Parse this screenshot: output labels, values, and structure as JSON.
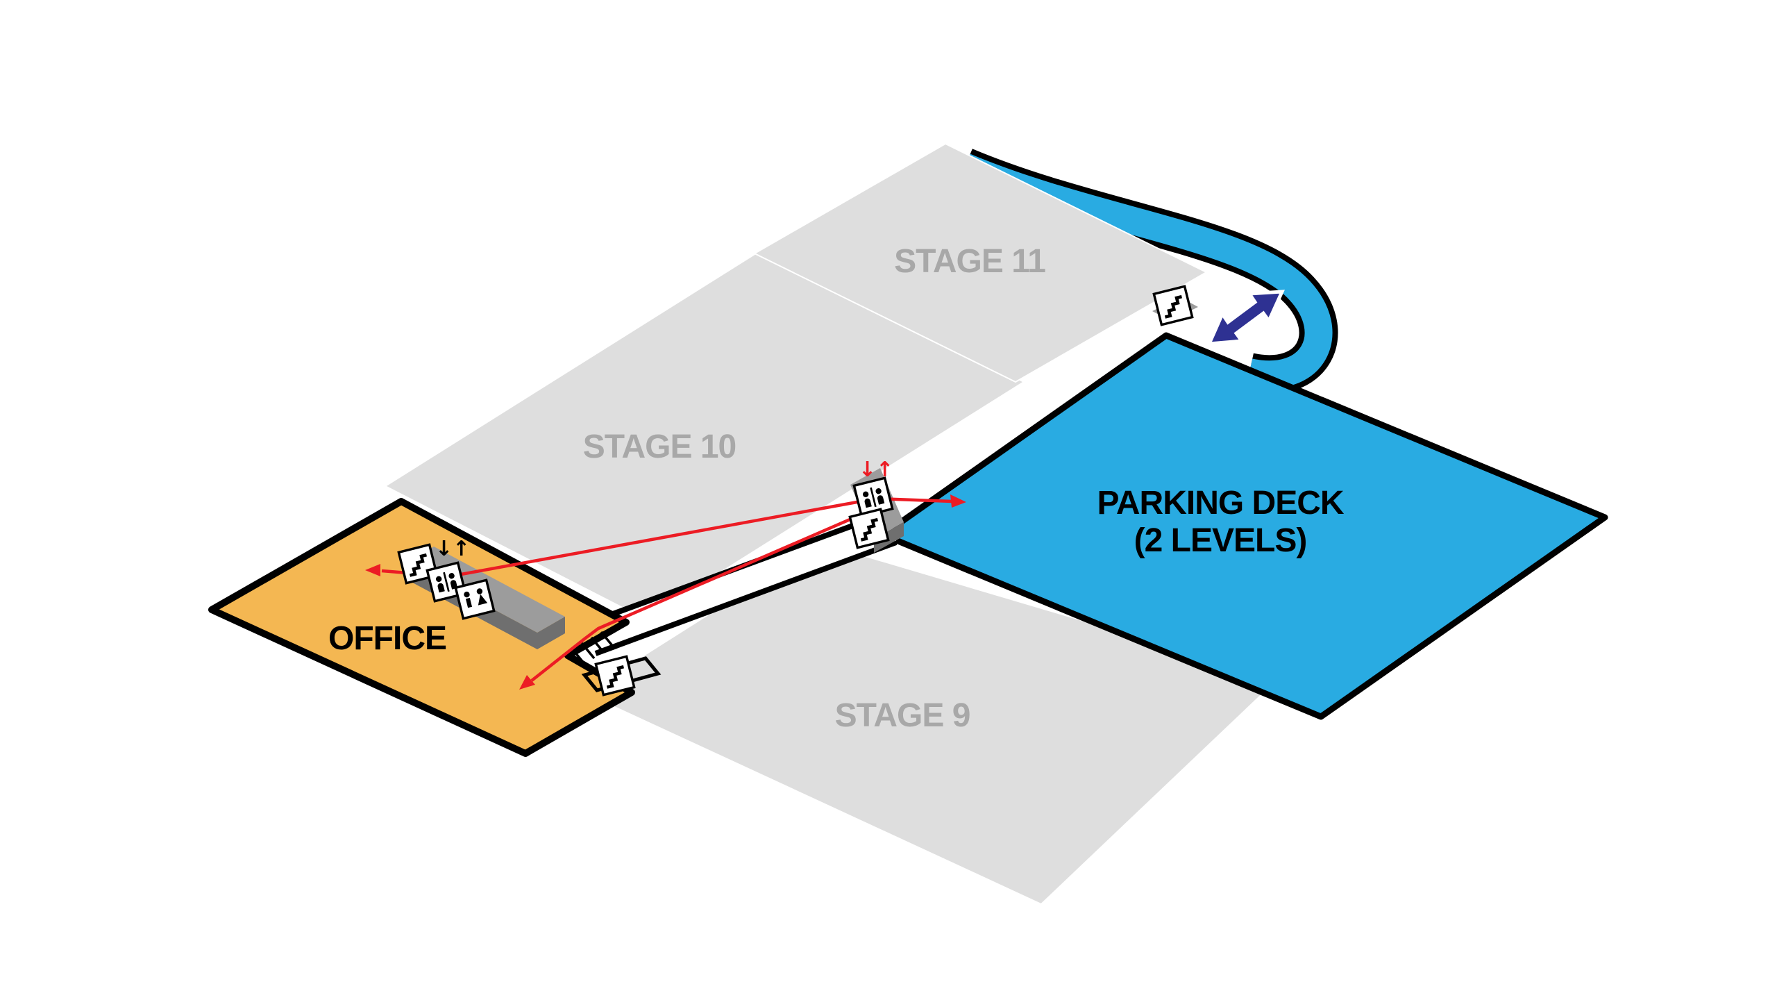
{
  "map": {
    "labels": {
      "stage11": "STAGE 11",
      "stage10": "STAGE 10",
      "stage9": "STAGE 9",
      "parking_line1": "PARKING DECK",
      "parking_line2": "(2 LEVELS)",
      "office": "OFFICE"
    },
    "colors": {
      "background": "#FFFFFF",
      "stage_fill": "#DEDEDE",
      "stage_label": "#A8A8A8",
      "parking_fill": "#29ABE2",
      "office_fill": "#F4B752",
      "route_red": "#EC1C24",
      "arrow_navy": "#2E3192",
      "slab_gray": "#9C9C9C",
      "slab_gray_dark": "#6F6F6F",
      "label_black": "#000000"
    },
    "icons": {
      "elevator_arrows": "↓↑"
    }
  }
}
